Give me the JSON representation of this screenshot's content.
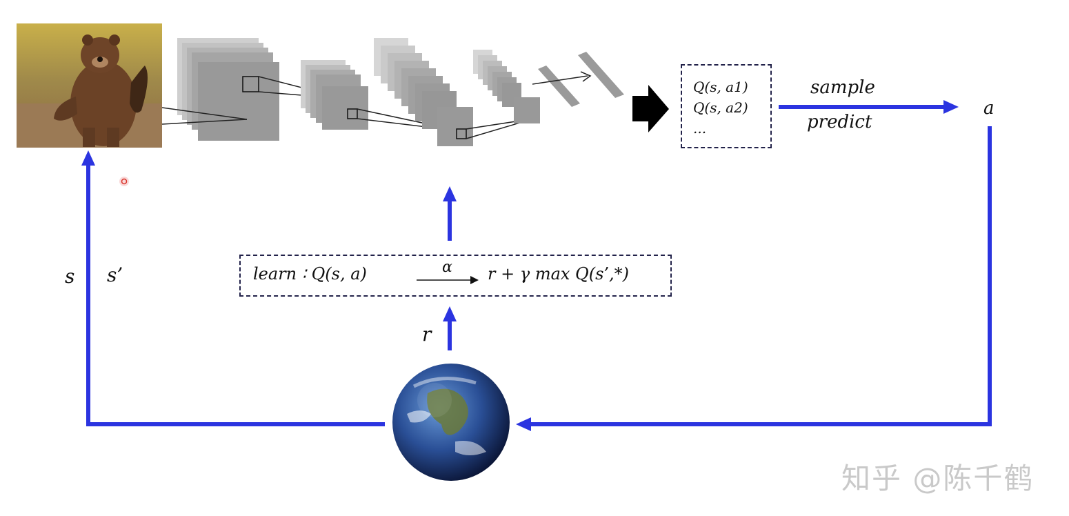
{
  "diagram": {
    "q_values": [
      "Q(s, a1)",
      "Q(s, a2)",
      "..."
    ],
    "action_arrow": {
      "top_label": "sample",
      "bottom_label": "predict"
    },
    "action_label": "a",
    "state_labels": {
      "s": "s",
      "s_prime": "s’"
    },
    "learn": {
      "lhs": "learn ∶ Q(s, a)",
      "rate": "α",
      "rhs": "r + γ max Q(s’,*)"
    },
    "reward_label": "r",
    "watermark": "知乎 @陈千鹤"
  },
  "colors": {
    "flow_arrow": "#2b34e0",
    "box_border": "#22224a",
    "cnn_gray": "#9a9a9a"
  },
  "icons": {
    "state_image": "bear-photo-icon",
    "environment": "earth-globe-icon",
    "output_arrow": "black-arrow-icon"
  }
}
